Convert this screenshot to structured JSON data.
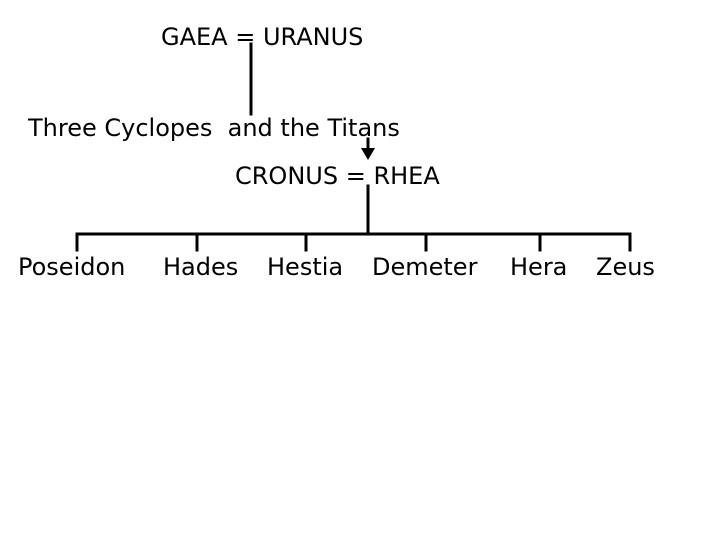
{
  "parents_1": "GAEA = URANUS",
  "offspring_1": "Three Cyclopes  and the Titans",
  "parents_2": "CRONUS = RHEA",
  "children": [
    "Poseidon",
    "Hades",
    "Hestia",
    "Demeter",
    "Hera",
    "Zeus"
  ]
}
